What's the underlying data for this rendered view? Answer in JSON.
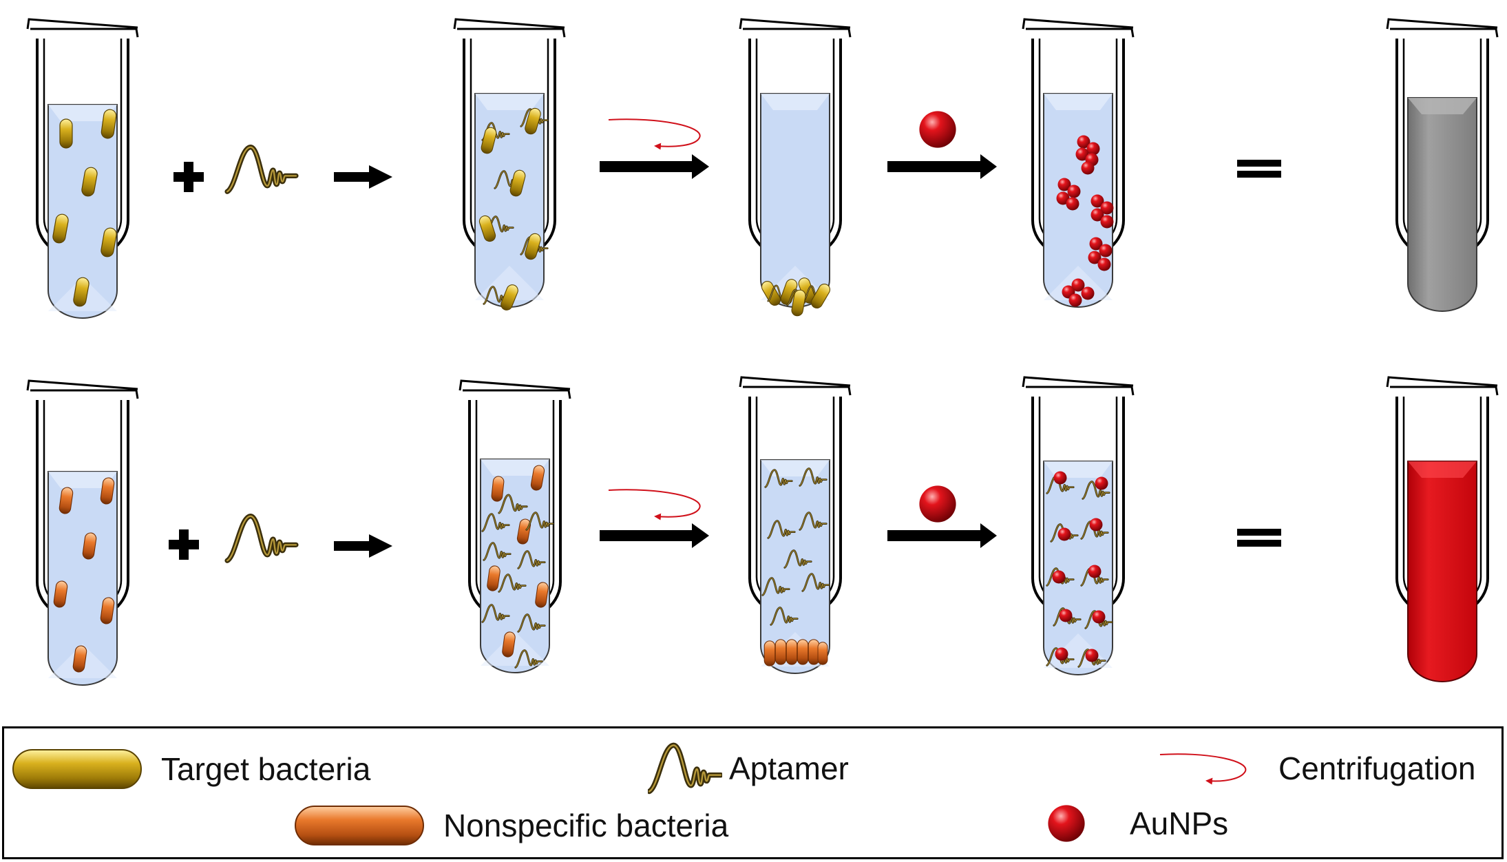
{
  "colors": {
    "tube_liquid": "#c9daf5",
    "target_bacteria": "#c9a214",
    "nonspecific_bacteria": "#e0732a",
    "aptamer": "#4a3b12",
    "aunp": "#d0101a",
    "arrow": "#000000",
    "centrifugation": "#d0101a",
    "result_gray": "#8f8f8f",
    "result_red": "#d40d12"
  },
  "icons": {
    "plus": "plus-icon",
    "reaction_arrow": "arrow-right-icon",
    "centrifugation": "curved-arrow-icon",
    "equals": "equals-icon",
    "aunp": "red-sphere-icon",
    "aptamer": "aptamer-wave-icon"
  },
  "legend": {
    "target_bacteria": "Target bacteria",
    "nonspecific_bacteria": "Nonspecific bacteria",
    "aptamer": "Aptamer",
    "centrifugation": "Centrifugation",
    "aunps": "AuNPs"
  }
}
